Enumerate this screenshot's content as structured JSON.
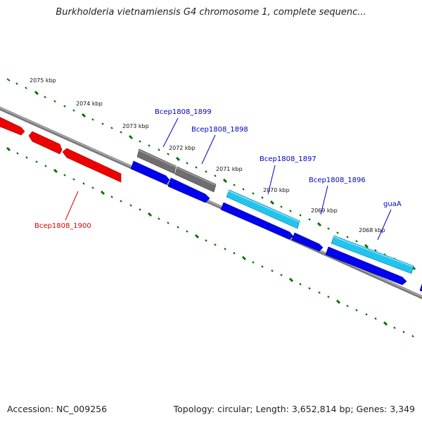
{
  "title": "Burkholderia vietnamiensis G4 chromosome 1, complete sequenc...",
  "footer": {
    "accession": "Accession: NC_009256",
    "stats": "Topology: circular; Length: 3,652,814 bp; Genes: 3,349"
  },
  "ticks": [
    "2075 kbp",
    "2074 kbp",
    "2073 kbp",
    "2072 kbp",
    "2071 kbp",
    "2070 kbp",
    "2069 kbp",
    "2068 kbp"
  ],
  "gene_labels": [
    {
      "text": "Bcep1808_1900",
      "color": "#e00000"
    },
    {
      "text": "Bcep1808_1899",
      "color": "#0000c8"
    },
    {
      "text": "Bcep1808_1898",
      "color": "#0000c8"
    },
    {
      "text": "Bcep1808_1897",
      "color": "#0000c8"
    },
    {
      "text": "Bcep1808_1896",
      "color": "#0000c8"
    },
    {
      "text": "guaA",
      "color": "#0000c8"
    }
  ],
  "colors": {
    "backbone": "#7a7a7a",
    "tick": "#007000",
    "forward_gene": "#0000ee",
    "reverse_gene": "#ee0000",
    "pseudo_feature": "#6e6e6e",
    "cds_feature": "#22c4ee"
  }
}
